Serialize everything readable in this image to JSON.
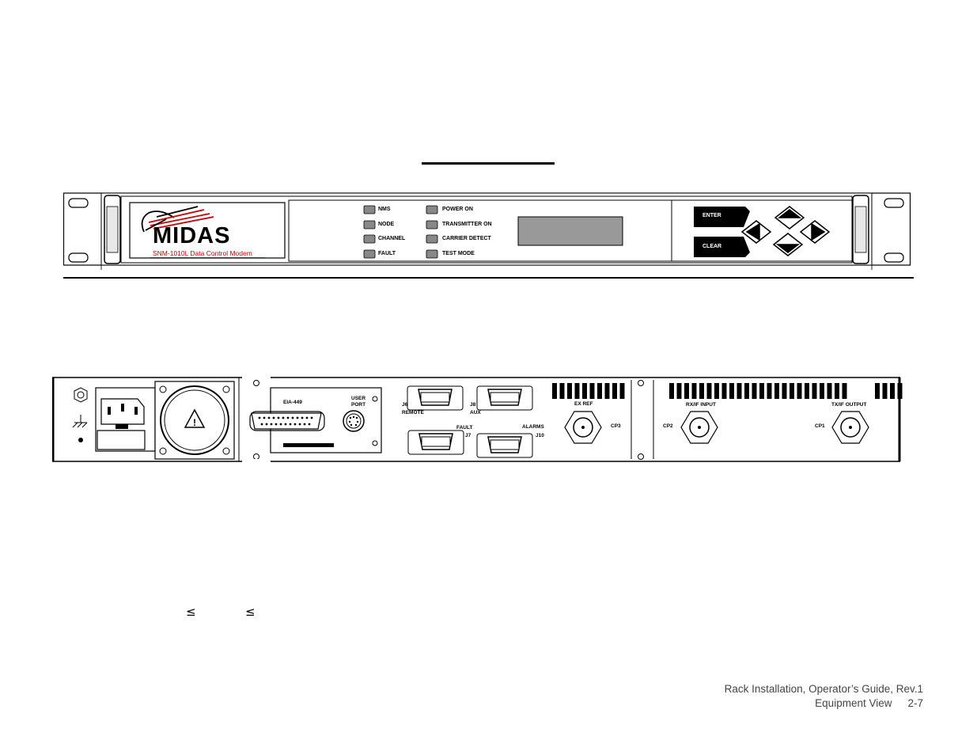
{
  "front_panel": {
    "brand": "MIDAS",
    "model_line": "SNM-1010L Data Control Modem",
    "leds_left": [
      "NMS",
      "NODE",
      "CHANNEL",
      "FAULT"
    ],
    "leds_right": [
      "POWER ON",
      "TRANSMITTER ON",
      "CARRIER DETECT",
      "TEST MODE"
    ],
    "enter_label": "ENTER",
    "clear_label": "CLEAR"
  },
  "rear_panel": {
    "eia_label": "EIA-449",
    "user_port_label_1": "USER",
    "user_port_label_2": "PORT",
    "j6_label": "J6",
    "remote_label": "REMOTE",
    "j8_label": "J8",
    "aux_label": "AUX",
    "fault_label": "FAULT",
    "j7_label": "J7",
    "alarms_label": "ALARMS",
    "j10_label": "J10",
    "ex_ref_label": "EX REF",
    "cp3_label": "CP3",
    "rx_input_label": "RX/IF INPUT",
    "cp2_label": "CP2",
    "tx_output_label": "TX/IF OUTPUT",
    "cp1_label": "CP1"
  },
  "symbols": {
    "le1": "≤",
    "le2": "≤"
  },
  "footer": {
    "line1": "Rack Installation, Operator’s Guide, Rev.1",
    "line2": "Equipment View",
    "page": "2-7"
  }
}
